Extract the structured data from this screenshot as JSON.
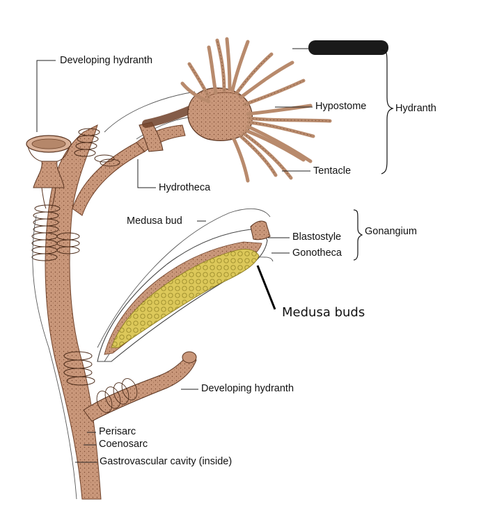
{
  "figure": {
    "labels": {
      "developing_hydranth_top": "Developing hydranth",
      "hypostome": "Hypostome",
      "hydranth": "Hydranth",
      "tentacle": "Tentacle",
      "hydrotheca": "Hydrotheca",
      "medusa_bud": "Medusa bud",
      "blastostyle": "Blastostyle",
      "gonangium": "Gonangium",
      "gonotheca": "Gonotheca",
      "medusa_buds": "Medusa buds",
      "developing_hydranth_bottom": "Developing hydranth",
      "perisarc": "Perisarc",
      "coenosarc": "Coenosarc",
      "gastrovascular_cavity": "Gastrovascular cavity (inside)"
    },
    "colors": {
      "stalk": "#c8987a",
      "stalk_dark": "#8a5a3c",
      "tentacle": "#d2a78a",
      "buds": "#e2cf62",
      "redaction_bar": "#1a1a1a"
    }
  }
}
